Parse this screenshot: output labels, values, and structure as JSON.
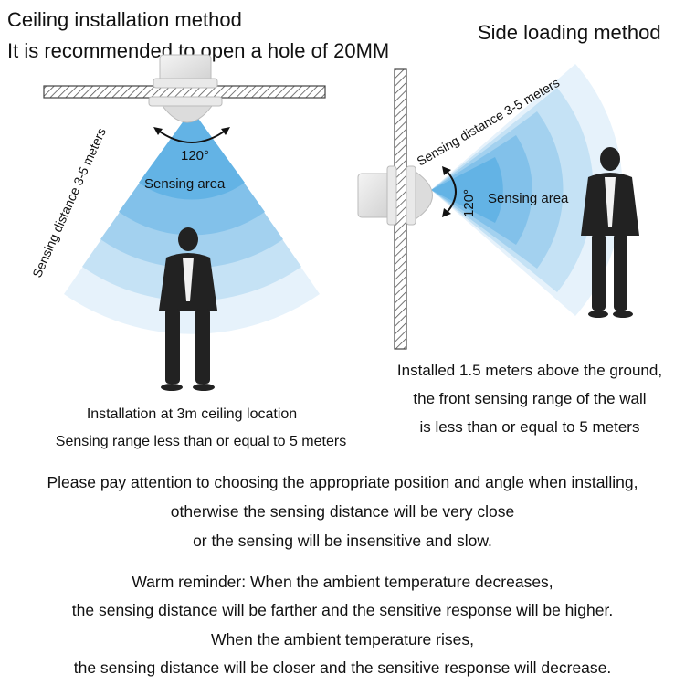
{
  "ceiling": {
    "title": "Ceiling installation method",
    "hole_note": "It is recommended to open a hole of 20MM",
    "distance_label": "Sensing distance 3-5 meters",
    "angle_label": "120°",
    "area_label": "Sensing area",
    "caption_lines": [
      "Installation at 3m ceiling location",
      "Sensing range less than or equal to 5 meters"
    ]
  },
  "side": {
    "title": "Side loading method",
    "distance_label": "Sensing distance 3-5 meters",
    "angle_label": "120°",
    "area_label": "Sensing area",
    "caption_lines": [
      "Installed 1.5 meters above the ground,",
      "the front sensing range of the wall",
      "is less than or equal to 5 meters"
    ]
  },
  "attention_lines": [
    "Please pay attention to choosing the appropriate position and angle when installing,",
    "otherwise the sensing distance will be very close",
    "or the sensing will be insensitive and slow."
  ],
  "reminder_lines": [
    "Warm reminder: When the ambient temperature decreases,",
    "the sensing distance will be farther and the sensitive response will be higher.",
    "When the ambient temperature rises,",
    "the sensing distance will be closer and the sensitive response will decrease."
  ],
  "colors": {
    "sensing_blue": "#5fb4e6",
    "sensing_light": "#e3f1fb",
    "hatch": "#555555",
    "person": "#222222"
  }
}
